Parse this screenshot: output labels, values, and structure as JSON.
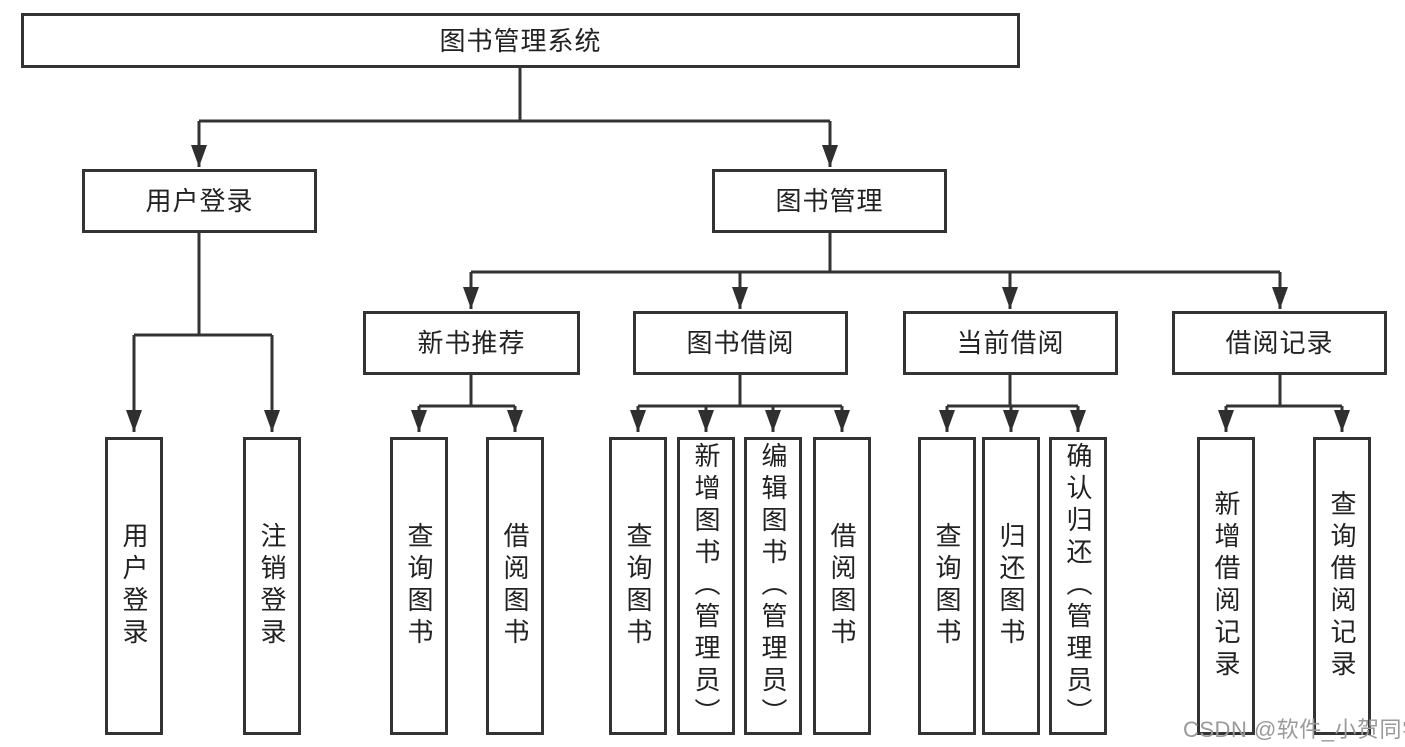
{
  "colors": {
    "line": "#333333",
    "box_border": "#333333",
    "text": "#222222",
    "arrow": "#2f2f2f",
    "watermark_text": "#9a9a9a",
    "background": "#ffffff"
  },
  "tree": {
    "label": "图书管理系统",
    "children": [
      {
        "label": "用户登录",
        "children": [
          {
            "label": "用户登录"
          },
          {
            "label": "注销登录"
          }
        ]
      },
      {
        "label": "图书管理",
        "children": [
          {
            "label": "新书推荐",
            "children": [
              {
                "label": "查询图书"
              },
              {
                "label": "借阅图书"
              }
            ]
          },
          {
            "label": "图书借阅",
            "children": [
              {
                "label": "查询图书"
              },
              {
                "label": "新增图书（管理员）"
              },
              {
                "label": "编辑图书（管理员）"
              },
              {
                "label": "借阅图书"
              }
            ]
          },
          {
            "label": "当前借阅",
            "children": [
              {
                "label": "查询图书"
              },
              {
                "label": "归还图书"
              },
              {
                "label": "确认归还（管理员）"
              }
            ]
          },
          {
            "label": "借阅记录",
            "children": [
              {
                "label": "新增借阅记录"
              },
              {
                "label": "查询借阅记录"
              }
            ]
          }
        ]
      }
    ]
  },
  "watermark": {
    "text": "CSDN @软件_小贺同学"
  }
}
